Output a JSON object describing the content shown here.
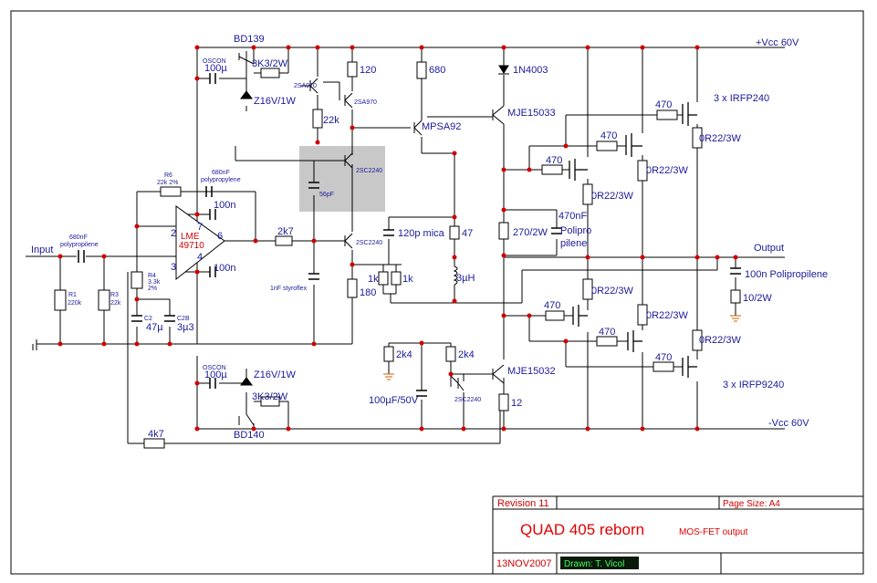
{
  "rails": {
    "positive": "+Vcc 60V",
    "negative": "-Vcc 60V"
  },
  "signals": {
    "input": "Input",
    "output": "Output"
  },
  "opamp": {
    "name_line1": "LME",
    "name_line2": "49710",
    "pin2": "2",
    "pin3": "3",
    "pin4": "4",
    "pin6": "6",
    "pin7": "7"
  },
  "components": {
    "bd139": "BD139",
    "bd140": "BD140",
    "oscon_top": "OSCON",
    "oscon_top_val": "100µ",
    "oscon_bot": "OSCON",
    "oscon_bot_val": "100µ",
    "r_3k3_top": "3K3/2W",
    "r_3k3_bot": "3K3/2W",
    "z_top": "Z16V/1W",
    "z_bot": "Z16V/1W",
    "c_100n_a": "100n",
    "c_100n_b": "100n",
    "q_2sa970_a": "2SA970",
    "q_2sa970_b": "2SA970",
    "r_120": "120",
    "r_22k": "22k",
    "r_680": "680",
    "d_1n4003": "1N4003",
    "q_mje15033": "MJE15033",
    "q_mpsa92": "MPSA92",
    "q_2sc2240_a": "2SC2240",
    "q_2sc2240_b": "2SC2240",
    "q_2sc2240_c": "2SC2240",
    "c_56p": "56pF",
    "c_120p": "120p mica",
    "r_47": "47",
    "r_1k_a": "1k",
    "r_1k_b": "1k",
    "l_3u": "3µH",
    "r_270": "270/2W",
    "c_470n": "470nF",
    "c_470n_b": "Polipro",
    "c_470n_c": "pilene",
    "r_180": "180",
    "c_1nf": "1nF styroflex",
    "c_680_fb": "680nF",
    "c_680_fb_b": "polypropylene",
    "r6": "R6",
    "r6_val": "22k 2%",
    "r_2k7": "2k7",
    "c_in": "680nF",
    "c_in_b": "polypropilene",
    "r1": "R1",
    "r1_val": "220k",
    "r3": "R3",
    "r3_val": "22k",
    "r4": "R4",
    "r4_val": "3.3k",
    "r4_tol": "2%",
    "c2": "C2",
    "c2_val": "47µ",
    "c2b": "C2B",
    "c2b_val": "3µ3",
    "r_470_1": "470",
    "r_470_2": "470",
    "r_470_3": "470",
    "r_470_4": "470",
    "r_470_5": "470",
    "r_470_6": "470",
    "r_0r22_1": "0R22/3W",
    "r_0r22_2": "0R22/3W",
    "r_0r22_3": "0R22/3W",
    "r_0r22_4": "0R22/3W",
    "r_0r22_5": "0R22/3W",
    "r_0r22_6": "0R22/3W",
    "irfp240": "3 x IRFP240",
    "irfp9240": "3 x IRFP9240",
    "c_100n_out": "100n Polipropilene",
    "r_10": "10/2W",
    "r_2k4_a": "2k4",
    "r_2k4_b": "2k4",
    "c_100u50": "100µF/50V",
    "q_mje15032": "MJE15032",
    "r_12": "12",
    "r_4k7": "4k7"
  },
  "title_block": {
    "revision": "Revision 11",
    "page_size": "Page Size: A4",
    "title": "QUAD 405 reborn",
    "subtitle": "MOS-FET output",
    "date": "13NOV2007",
    "drawn": "Drawn: T. Vicol"
  }
}
